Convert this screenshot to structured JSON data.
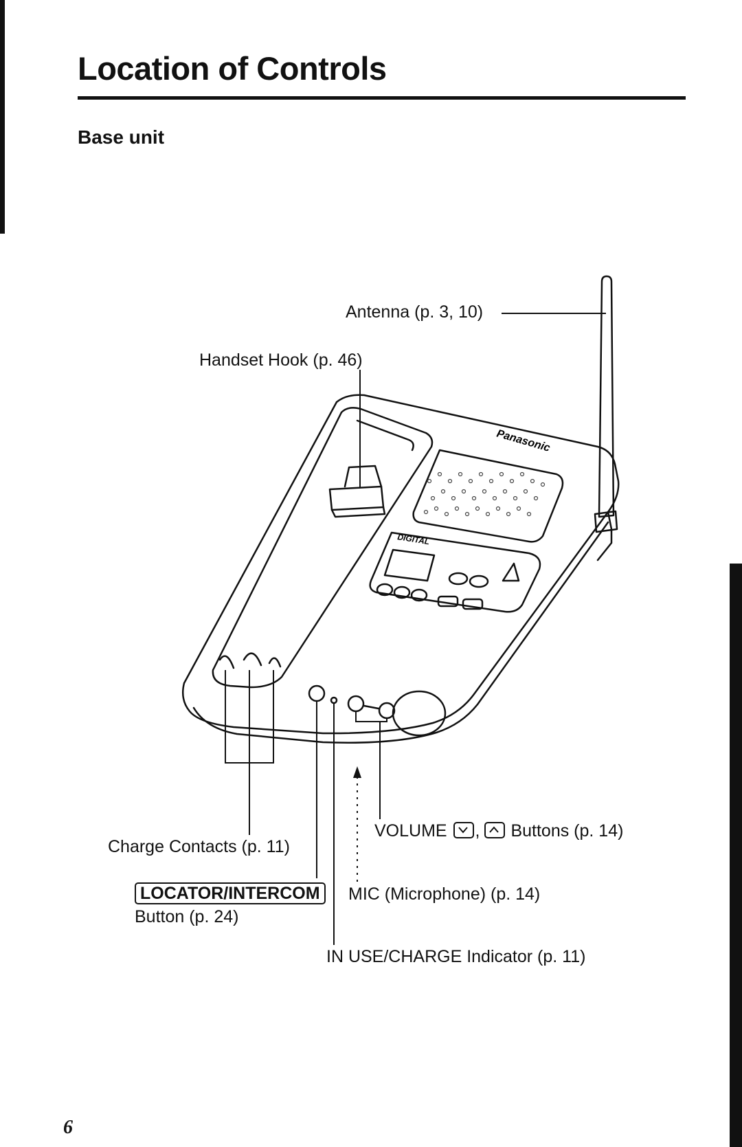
{
  "page": {
    "title": "Location of Controls",
    "section": "Base unit",
    "page_number": "6"
  },
  "device": {
    "brand": "Panasonic",
    "panel_logo": "DIGITAL"
  },
  "labels": {
    "antenna": "Antenna (p. 3, 10)",
    "handset_hook": "Handset Hook (p. 46)",
    "charge_contacts": "Charge Contacts (p. 11)",
    "locator_intercom_key": "LOCATOR/INTERCOM",
    "locator_intercom_button": "Button (p. 24)",
    "volume_prefix": "VOLUME",
    "volume_suffix": "Buttons (p. 14)",
    "mic": "MIC (Microphone) (p. 14)",
    "in_use_charge": "IN USE/CHARGE Indicator (p. 11)"
  }
}
